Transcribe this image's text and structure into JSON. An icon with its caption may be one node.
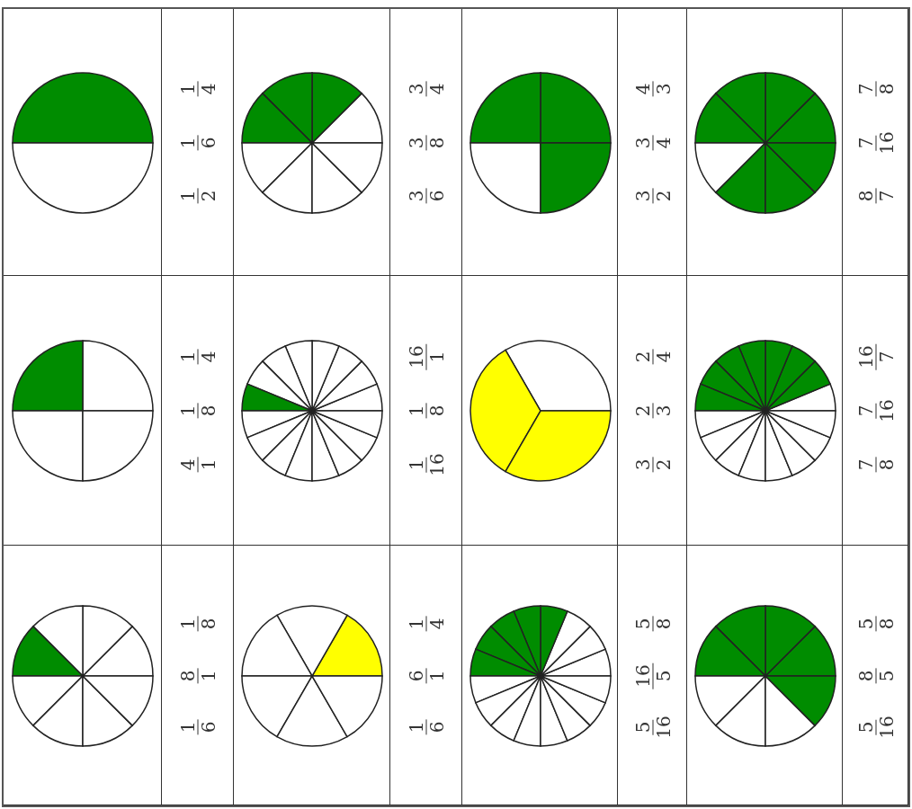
{
  "diagram": {
    "labels": [
      "1",
      "4",
      "1",
      "6",
      "1",
      "2",
      "3",
      "4",
      "3",
      "8",
      "3",
      "6",
      "4",
      "3",
      "3",
      "4",
      "3",
      "2",
      "7",
      "8",
      "7",
      "16",
      "8",
      "7",
      "1",
      "4",
      "1",
      "8",
      "4",
      "1",
      "16",
      "1",
      "1",
      "8",
      "1",
      "16",
      "2",
      "4",
      "2",
      "3",
      "3",
      "2",
      "16",
      "7",
      "7",
      "16",
      "7",
      "8",
      "1",
      "8",
      "8",
      "1",
      "1",
      "6",
      "1",
      "4",
      "6",
      "1",
      "1",
      "6",
      "5",
      "8",
      "16",
      "5",
      "5",
      "16",
      "5",
      "8",
      "8",
      "5",
      "5",
      "16"
    ]
  }
}
